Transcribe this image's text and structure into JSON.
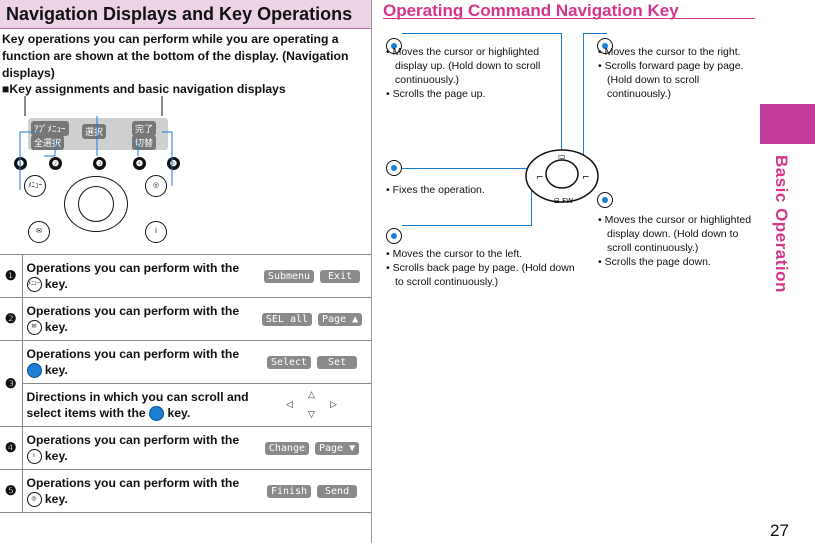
{
  "left": {
    "title": "Navigation Displays and Key Operations",
    "intro": "Key operations you can perform while you are operating a function are shown at the bottom of the display. (Navigation displays)",
    "subhead": "■Key assignments and basic navigation displays",
    "softkey_labels": {
      "menu_jp": "ｱﾌﾟﾒﾆｭｰ",
      "select_all_jp": "全選択",
      "select_jp": "選択",
      "done_jp": "完了",
      "replace_jp": "切替"
    },
    "badges": [
      "❶",
      "❷",
      "❸",
      "❹",
      "❺"
    ],
    "key_icons": {
      "menu": "ﾒﾆｭｰ",
      "mail": "✉",
      "camera": "◎",
      "i": "ⅰ"
    },
    "rows": [
      {
        "num": "❶",
        "text": "Operations you can perform with the",
        "key_icon": "ﾒﾆｭｰ",
        "key_suffix": " key.",
        "softkeys": [
          "Submenu",
          "Exit"
        ]
      },
      {
        "num": "❷",
        "text": "Operations you can perform with the",
        "key_icon": "✉",
        "key_suffix": " key.",
        "softkeys": [
          "SEL all",
          "Page ▲"
        ]
      },
      {
        "num": "❸",
        "text": "Operations you can perform with the",
        "key_icon": "●",
        "key_suffix": " key.",
        "softkeys": [
          "Select",
          "Set"
        ]
      },
      {
        "num": "",
        "text": "Directions in which you can scroll and select items with the",
        "key_icon": "●",
        "key_suffix": " key.",
        "softkeys": []
      },
      {
        "num": "❹",
        "text": "Operations you can perform with the",
        "key_icon": "ⅰ",
        "key_suffix": " key.",
        "softkeys": [
          "Change",
          "Page ▼"
        ]
      },
      {
        "num": "❺",
        "text": "Operations you can perform with the",
        "key_icon": "◎",
        "key_suffix": " key.",
        "softkeys": [
          "Finish",
          "Send"
        ]
      }
    ]
  },
  "right": {
    "title": "Operating Command Navigation Key",
    "up": [
      "• Moves the cursor or highlighted display up. (Hold down to scroll continuously.)",
      "• Scrolls the page up."
    ],
    "right": [
      "• Moves the cursor to the right.",
      "• Scrolls forward page by page. (Hold down to scroll continuously.)"
    ],
    "center": [
      "• Fixes the operation."
    ],
    "left": [
      "• Moves the cursor to the left.",
      "• Scrolls back page by page. (Hold down to scroll continuously.)"
    ],
    "down": [
      "• Moves the cursor or highlighted display down. (Hold down to scroll continuously.)",
      "• Scrolls the page down."
    ]
  },
  "side_label": "Basic Operation",
  "page_number": "27"
}
